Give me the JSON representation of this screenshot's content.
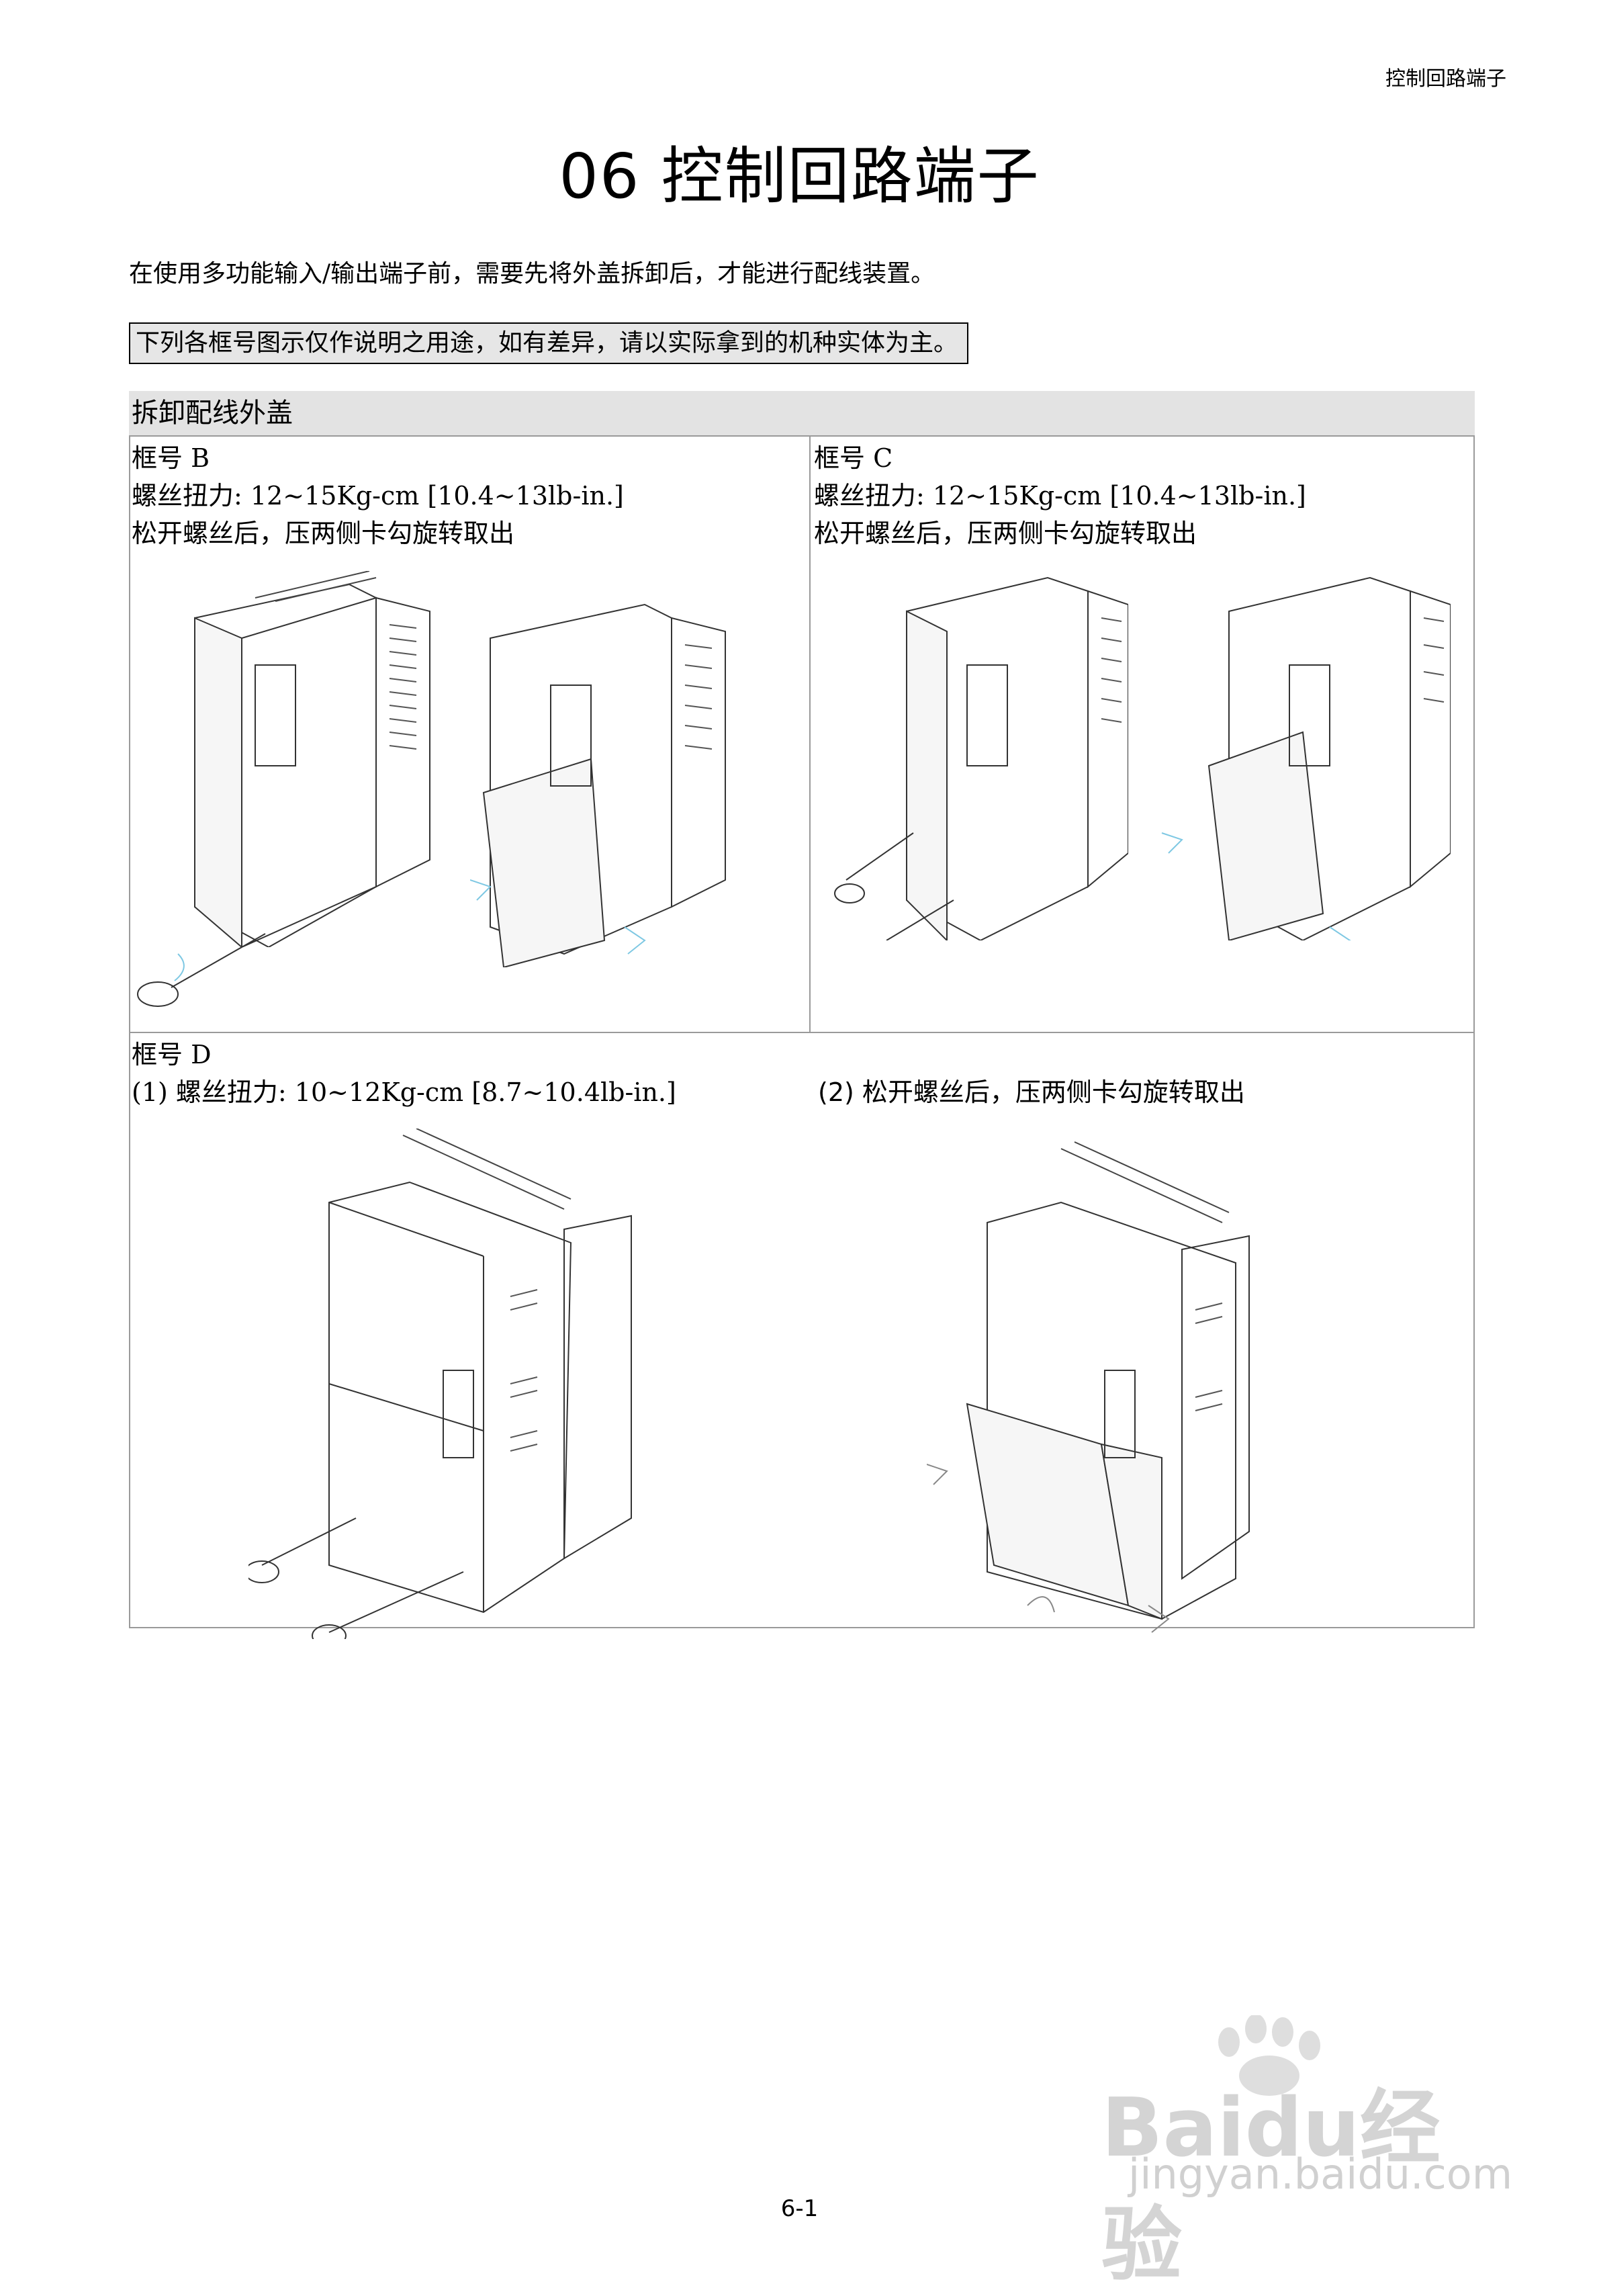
{
  "header": {
    "running_title": "控制回路端子"
  },
  "chapter": {
    "title": "06  控制回路端子"
  },
  "intro": {
    "text": "在使用多功能输入/输出端子前，需要先将外盖拆卸后，才能进行配线装置。"
  },
  "note": {
    "text": "下列各框号图示仅作说明之用途，如有差异，请以实际拿到的机种实体为主。"
  },
  "section": {
    "title": "拆卸配线外盖"
  },
  "frames": {
    "b": {
      "label": "框号 B",
      "torque": "螺丝扭力: 12~15Kg-cm [10.4~13lb-in.]",
      "instruction": "松开螺丝后，压两侧卡勾旋转取出"
    },
    "c": {
      "label": "框号 C",
      "torque": "螺丝扭力: 12~15Kg-cm [10.4~13lb-in.]",
      "instruction": "松开螺丝后，压两侧卡勾旋转取出"
    },
    "d": {
      "label": "框号 D",
      "step1": "(1)  螺丝扭力: 10~12Kg-cm [8.7~10.4lb-in.]",
      "step2": "(2)  松开螺丝后，压两侧卡勾旋转取出"
    }
  },
  "footer": {
    "page_number": "6-1"
  },
  "watermark": {
    "brand": "Baidu经验",
    "url": "jingyan.baidu.com"
  }
}
